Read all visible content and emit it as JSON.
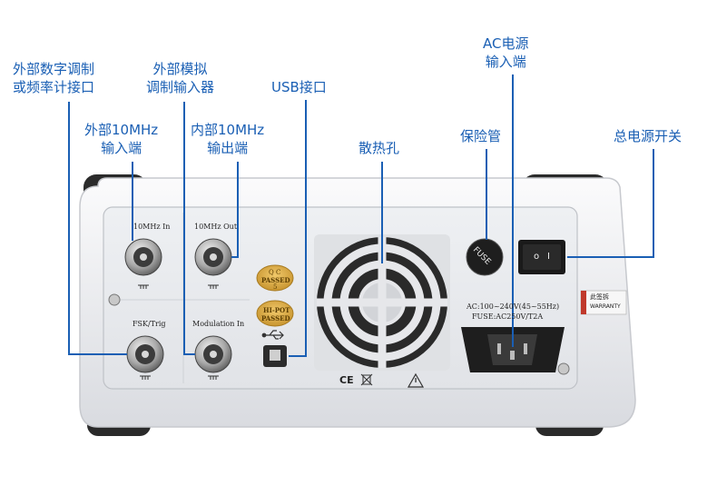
{
  "callouts": {
    "ext_mod_l1": "外部数字调制",
    "ext_mod_l2": "或频率计接口",
    "ext_analog_l1": "外部模拟",
    "ext_analog_l2": "调制输入器",
    "usb": "USB接口",
    "ac_l1": "AC电源",
    "ac_l2": "输入端",
    "ext10_l1": "外部10MHz",
    "ext10_l2": "输入端",
    "int10_l1": "内部10MHz",
    "int10_l2": "输出端",
    "fan": "散热孔",
    "fuse": "保险管",
    "switch": "总电源开关"
  },
  "panel": {
    "in10": "10MHz In",
    "out10": "10MHz Out",
    "fsk": "FSK/Trig",
    "mod_in": "Modulation In",
    "ac_rating": "AC:100~240V(45~55Hz)",
    "fuse_rating": "FUSE:AC250V/T2A",
    "fuse_cap": "FUSE",
    "warranty": "WARRANTY",
    "warranty_cn": "此签拆",
    "qc_top": "Q C",
    "qc_mid": "PASSED",
    "qc_num": "5",
    "hipot_top": "HI-POT",
    "hipot_mid": "PASSED",
    "ce": "CE",
    "switch_o": "o",
    "switch_i": "I"
  },
  "colors": {
    "callout_blue": "#1a5fb4",
    "panel_bg": "#e9ebee",
    "bezel": "#f4f5f7",
    "black": "#1b1b1b"
  }
}
